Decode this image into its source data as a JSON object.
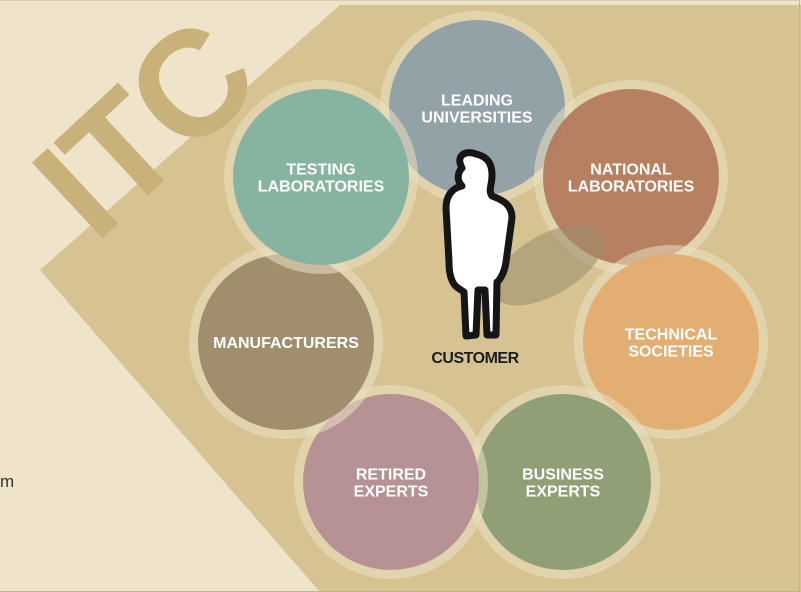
{
  "logo_text": "ITC",
  "center_label": "CUSTOMER",
  "side_text": "m",
  "nodes": [
    {
      "id": "leading-universities",
      "lines": [
        "LEADING",
        "UNIVERSITIES"
      ],
      "color": "#8b9da6"
    },
    {
      "id": "national-laboratories",
      "lines": [
        "NATIONAL",
        "LABORATORIES"
      ],
      "color": "#b3785a"
    },
    {
      "id": "technical-societies",
      "lines": [
        "TECHNICAL",
        "SOCIETIES"
      ],
      "color": "#e3aa6c"
    },
    {
      "id": "business-experts",
      "lines": [
        "BUSINESS",
        "EXPERTS"
      ],
      "color": "#8a9a72"
    },
    {
      "id": "retired-experts",
      "lines": [
        "RETIRED",
        "EXPERTS"
      ],
      "color": "#b28c93"
    },
    {
      "id": "manufacturers",
      "lines": [
        "MANUFACTURERS"
      ],
      "color": "#9a8867"
    },
    {
      "id": "testing-laboratories",
      "lines": [
        "TESTING",
        "LABORATORIES"
      ],
      "color": "#7fb19f"
    }
  ],
  "colors": {
    "background": "#efe4ca",
    "diamond": "#d6c391",
    "ring": "#ebe0c3",
    "figure_fill": "#ffffff",
    "figure_stroke": "#151515"
  }
}
